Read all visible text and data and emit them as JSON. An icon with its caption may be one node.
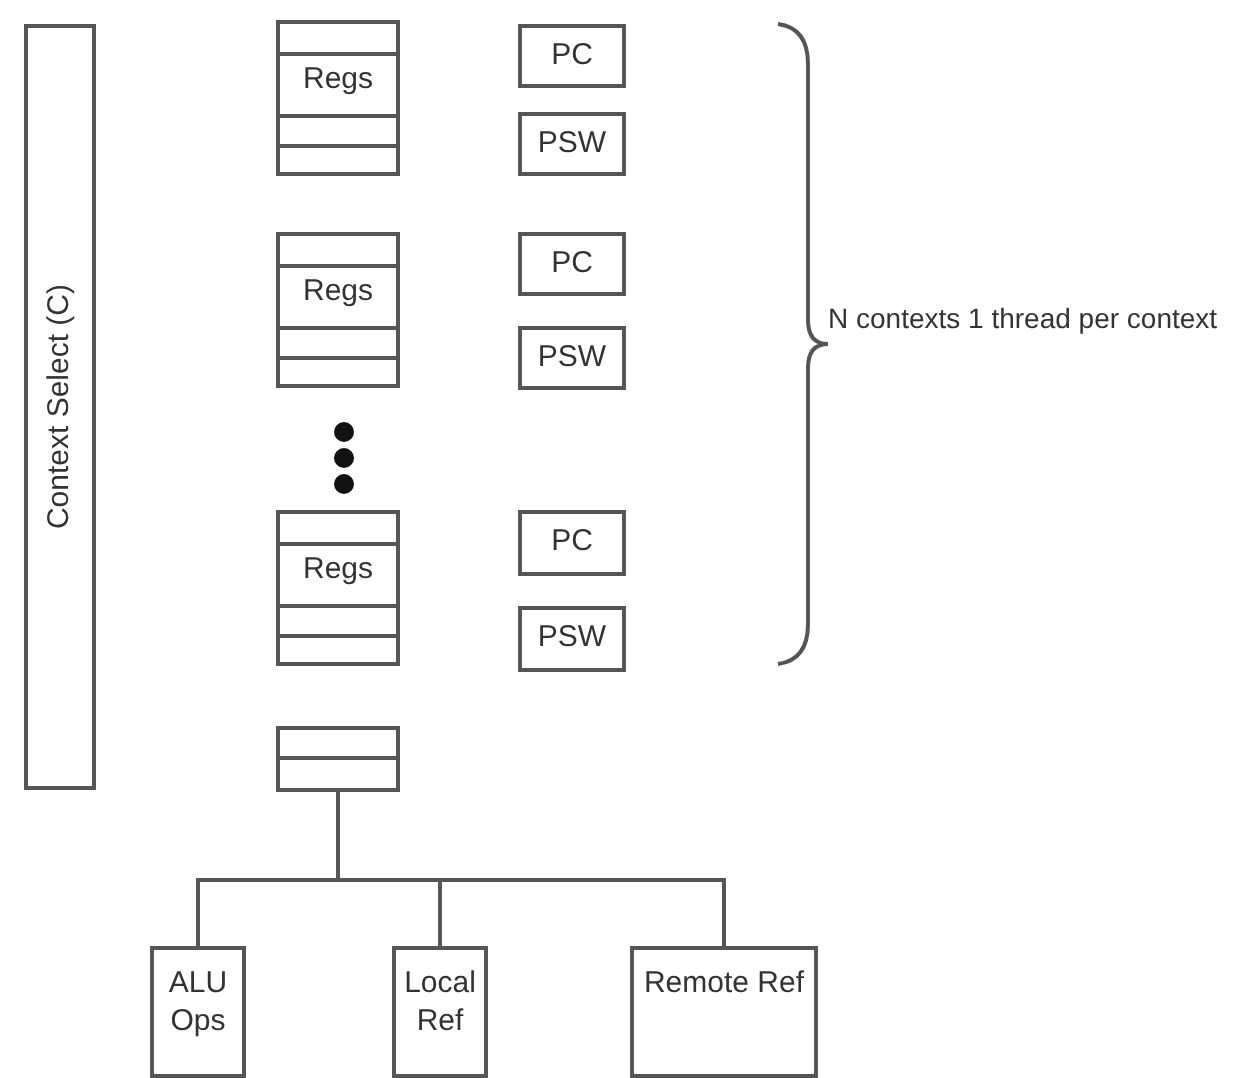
{
  "diagram": {
    "nodes": [
      {
        "text": [
          "Context Select (C)"
        ]
      },
      {
        "text": [
          "Regs"
        ]
      },
      {
        "text": [
          "PC"
        ]
      },
      {
        "text": [
          "PSW"
        ]
      },
      {
        "text": [
          "Regs"
        ]
      },
      {
        "text": [
          "PC"
        ]
      },
      {
        "text": [
          "PSW"
        ]
      },
      {
        "text": [
          "Regs"
        ]
      },
      {
        "text": [
          "PC"
        ]
      },
      {
        "text": [
          "PSW"
        ]
      },
      {
        "text": [],
        "shape": "box"
      },
      {
        "text": [
          "ALU Ops"
        ]
      },
      {
        "text": [
          "Local Ref"
        ]
      },
      {
        "text": [
          "Remote Ref"
        ]
      }
    ],
    "edges": [
      {
        "from": 10,
        "to": 11,
        "arrow": "none"
      },
      {
        "from": 10,
        "to": 12,
        "arrow": "none"
      },
      {
        "from": 10,
        "to": 13,
        "arrow": "none"
      }
    ],
    "labels": [
      "N contexts 1 thread per context"
    ]
  }
}
